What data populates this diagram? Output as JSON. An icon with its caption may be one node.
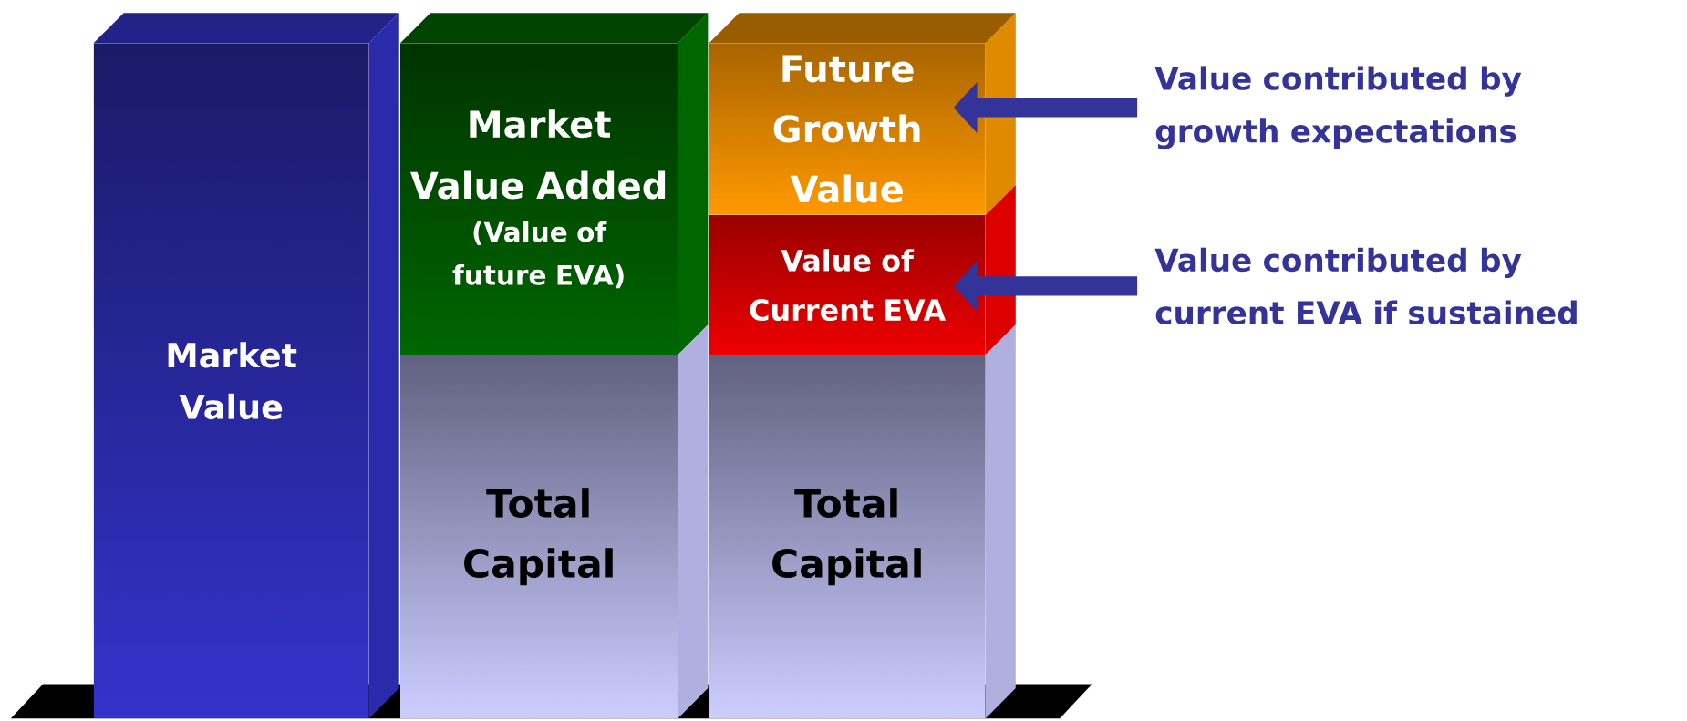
{
  "diagram": {
    "nodes": [
      {
        "text": [
          "Market Value"
        ]
      },
      {
        "text": [
          "Market Value Added",
          "(Value of future EVA)"
        ]
      },
      {
        "text": [
          "Total Capital"
        ]
      },
      {
        "text": [
          "Future Growth Value"
        ]
      },
      {
        "text": [
          "Value of Current EVA"
        ]
      },
      {
        "text": [
          "Total Capital"
        ]
      },
      {
        "text": [
          "Value contributed by growth expectations"
        ]
      },
      {
        "text": [
          "Value contributed by current EVA if sustained"
        ]
      }
    ],
    "edges": [
      {
        "from": 6,
        "to": 3,
        "arrow": "to"
      },
      {
        "from": 7,
        "to": 4,
        "arrow": "to"
      }
    ]
  }
}
